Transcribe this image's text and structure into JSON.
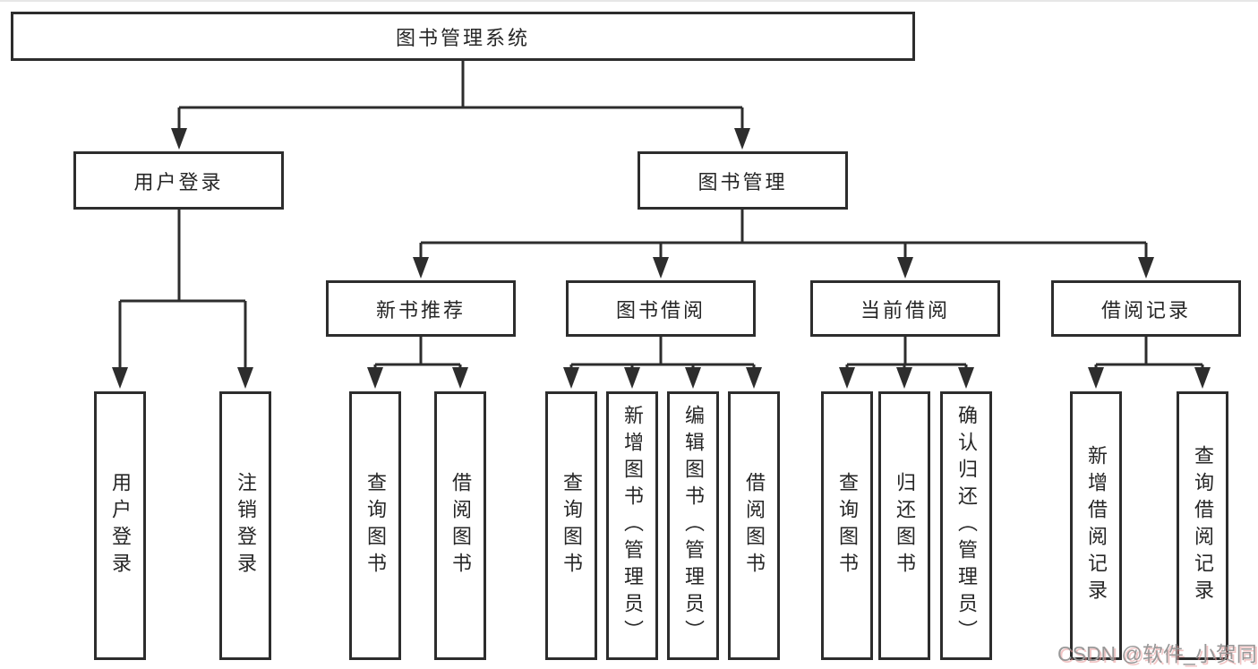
{
  "diagram": {
    "root": {
      "label": "图书管理系统"
    },
    "level2": [
      {
        "label": "用户登录"
      },
      {
        "label": "图书管理"
      }
    ],
    "level3": [
      {
        "label": "新书推荐"
      },
      {
        "label": "图书借阅"
      },
      {
        "label": "当前借阅"
      },
      {
        "label": "借阅记录"
      }
    ],
    "leaves": [
      {
        "label": "用户登录"
      },
      {
        "label": "注销登录"
      },
      {
        "label": "查询图书"
      },
      {
        "label": "借阅图书"
      },
      {
        "label": "查询图书"
      },
      {
        "label": "新增图书（管理员）"
      },
      {
        "label": "编辑图书（管理员）"
      },
      {
        "label": "借阅图书"
      },
      {
        "label": "查询图书"
      },
      {
        "label": "归还图书"
      },
      {
        "label": "确认归还（管理员）"
      },
      {
        "label": "新增借阅记录"
      },
      {
        "label": "查询借阅记录"
      }
    ]
  },
  "watermark": {
    "text": "CSDN @软件_小贺同学"
  },
  "colors": {
    "line": "#2d2d2d",
    "text": "#262626",
    "background": "#ffffff",
    "watermark": "#989898",
    "watermark_shadow": "#e79797"
  }
}
